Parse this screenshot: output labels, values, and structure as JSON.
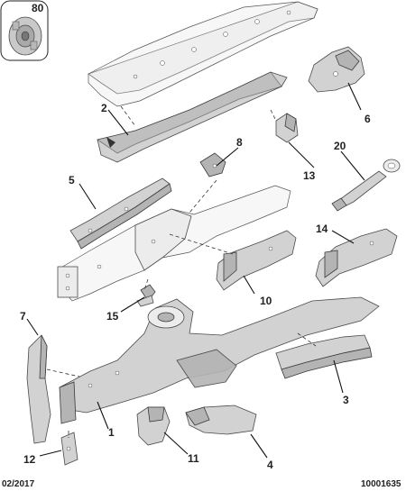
{
  "callouts": {
    "c1": "1",
    "c2": "2",
    "c3": "3",
    "c4": "4",
    "c5": "5",
    "c6": "6",
    "c7": "7",
    "c8": "8",
    "c10": "10",
    "c11": "11",
    "c12": "12",
    "c13": "13",
    "c14": "14",
    "c15": "15",
    "c20": "20"
  },
  "thumbnail": {
    "label": "80"
  },
  "footer": {
    "date": "02/2017",
    "reference": "10001635"
  }
}
